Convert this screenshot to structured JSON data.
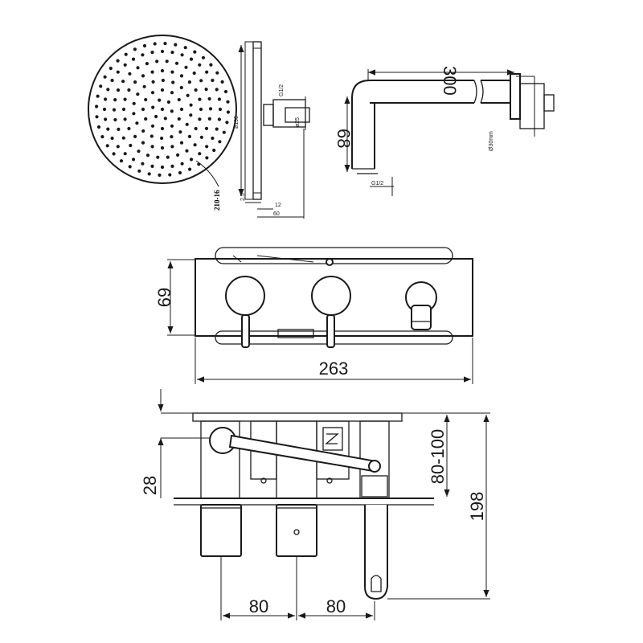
{
  "dimensions": {
    "shower_head": {
      "diameter_label": "ø190",
      "thickness_label": "2.5",
      "arm_offset_label": "12",
      "depth_label": "60",
      "thread_label": "G1/2",
      "pipe_label": "ø25",
      "nozzle_note": "210-16"
    },
    "spout": {
      "length_label": "300",
      "height_label": "68",
      "outlet_label": "G1/2",
      "side_note": "Ø30mm"
    },
    "front_view": {
      "height_label": "69",
      "width_label": "263"
    },
    "side_view": {
      "offset_label": "28",
      "adjust_label": "80-100",
      "total_label": "198",
      "spacing_left_label": "80",
      "spacing_right_label": "80"
    }
  }
}
